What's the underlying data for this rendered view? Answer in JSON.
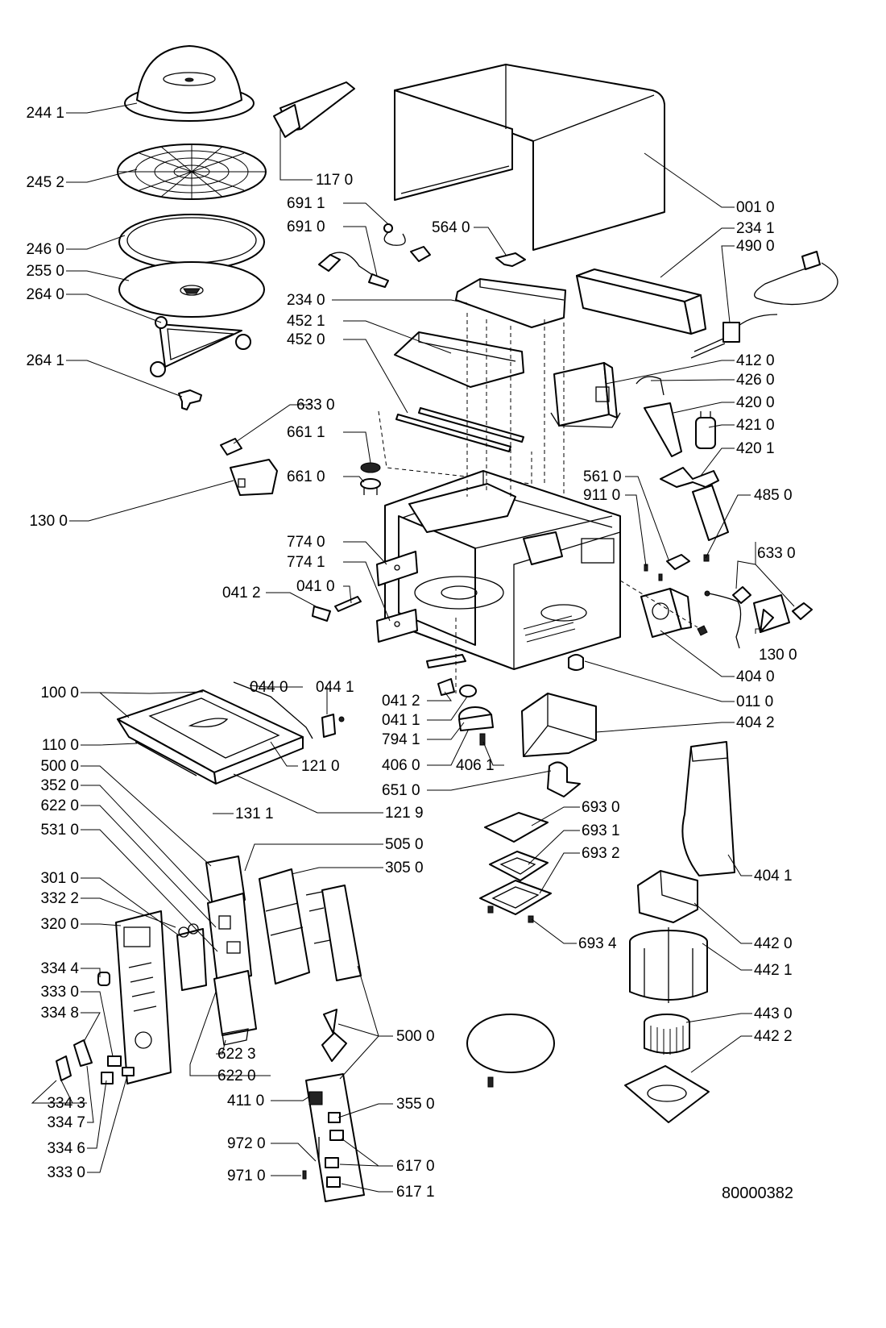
{
  "diagram": {
    "doc_id": "80000382",
    "labels": {
      "l2441": "244 1",
      "l2452": "245 2",
      "l2460": "246 0",
      "l2550": "255 0",
      "l2640": "264 0",
      "l2641": "264 1",
      "l1170": "117 0",
      "l6911": "691 1",
      "l6910": "691 0",
      "l5640": "564 0",
      "l0010": "001 0",
      "l2341": "234 1",
      "l4900": "490 0",
      "l2340": "234 0",
      "l4521": "452 1",
      "l4520": "452 0",
      "l4120": "412 0",
      "l4260": "426 0",
      "l4200": "420 0",
      "l4210": "421 0",
      "l4201": "420 1",
      "l6330a": "633 0",
      "l6611": "661 1",
      "l6610": "661 0",
      "l1300a": "130 0",
      "l5610": "561 0",
      "l9110": "911 0",
      "l4850": "485 0",
      "l6330b": "633 0",
      "l7740": "774 0",
      "l7741": "774 1",
      "l0412a": "041 2",
      "l0410": "041 0",
      "l1300b": "130 0",
      "l4040": "404 0",
      "l0110": "011 0",
      "l1000": "100 0",
      "l0440": "044 0",
      "l0441": "044 1",
      "l0412b": "041 2",
      "l0411": "041 1",
      "l7941": "794 1",
      "l4060": "406 0",
      "l4061": "406 1",
      "l4042": "404 2",
      "l1100": "110 0",
      "l1210": "121 0",
      "l5000a": "500 0",
      "l6510": "651 0",
      "l3520": "352 0",
      "l1219": "121 9",
      "l6220a": "622 0",
      "l1311": "131 1",
      "l6930": "693 0",
      "l5310": "531 0",
      "l6931": "693 1",
      "l5050": "505 0",
      "l6932": "693 2",
      "l3050": "305 0",
      "l3010": "301 0",
      "l4041": "404 1",
      "l3322": "332 2",
      "l3200": "320 0",
      "l6934": "693 4",
      "l4420": "442 0",
      "l4421": "442 1",
      "l3344": "334 4",
      "l3330a": "333 0",
      "l4430": "443 0",
      "l3348": "334 8",
      "l4422": "442 2",
      "l5000b": "500 0",
      "l6223": "622 3",
      "l6220b": "622 0",
      "l4110": "411 0",
      "l3550": "355 0",
      "l3343": "334 3",
      "l3347": "334 7",
      "l3346": "334 6",
      "l3330b": "333 0",
      "l9720": "972 0",
      "l6170": "617 0",
      "l9710": "971 0",
      "l6171": "617 1"
    }
  }
}
